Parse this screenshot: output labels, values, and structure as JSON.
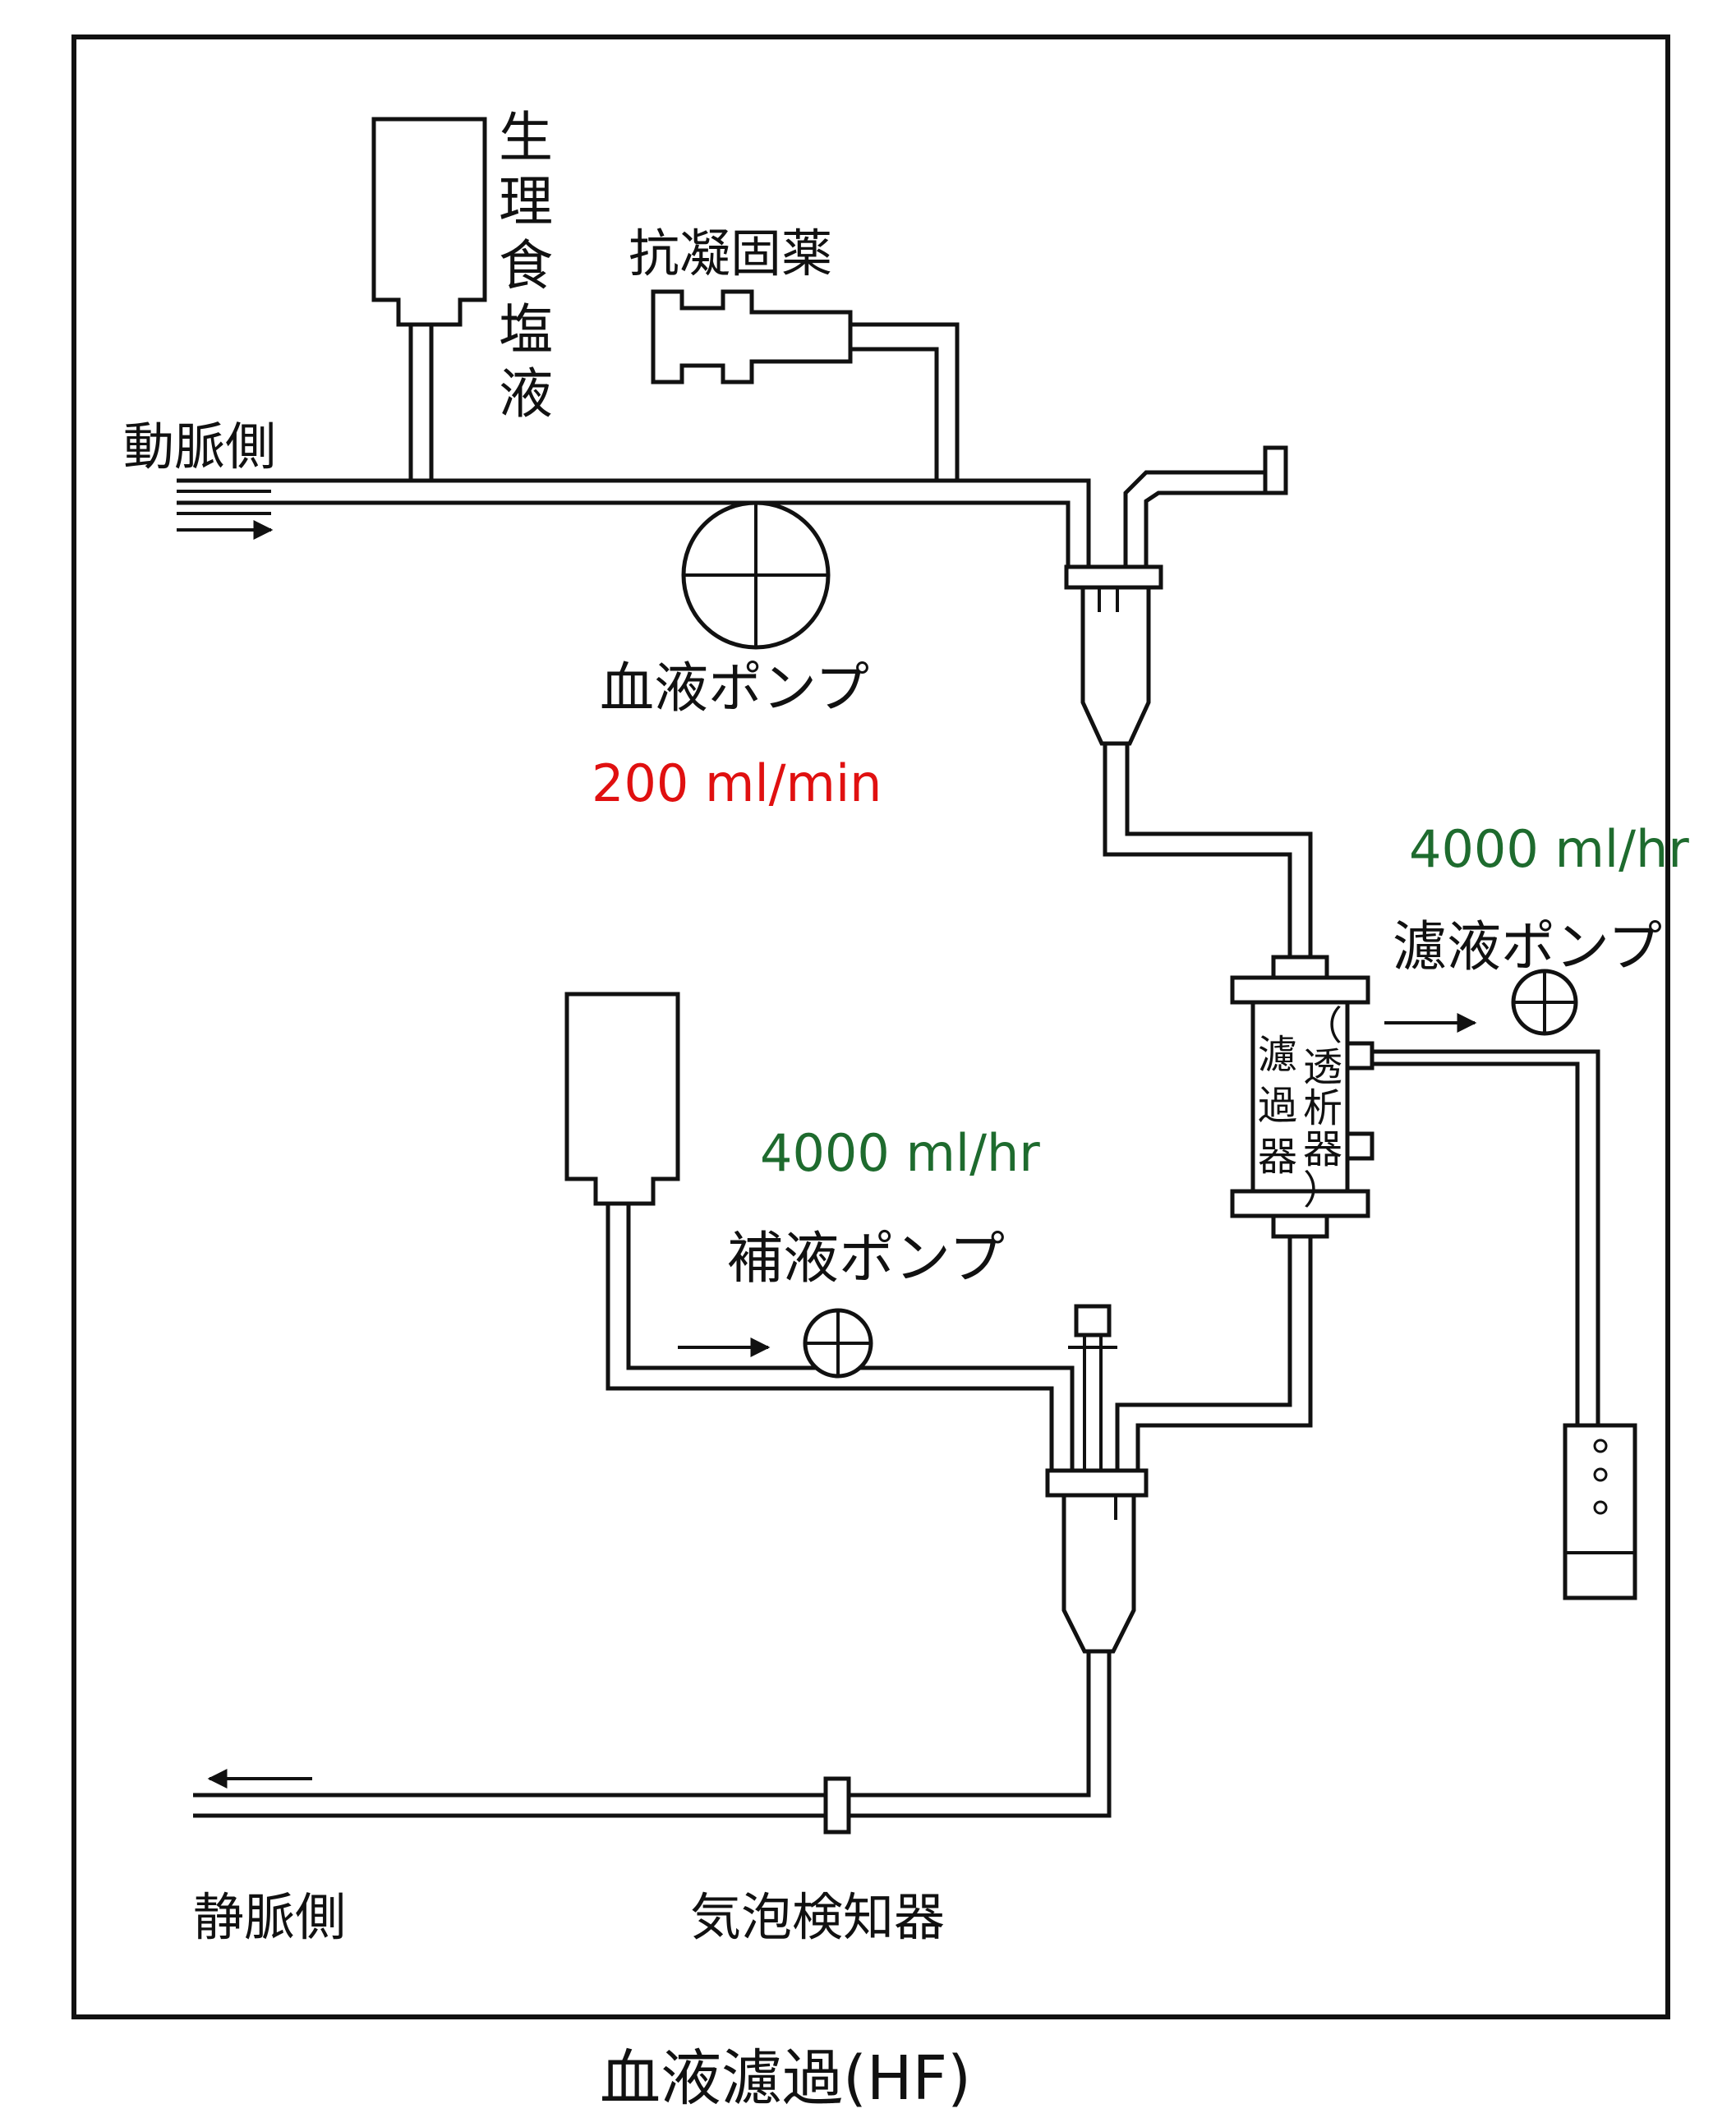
{
  "labels": {
    "saline": "生理食塩液",
    "anticoagulant": "抗凝固薬",
    "arterial_side": "動脈側",
    "blood_pump": "血液ポンプ",
    "blood_pump_rate": "200 ml/min",
    "filtrate_rate": "4000 ml/hr",
    "filtrate_pump": "濾液ポンプ",
    "filter_left": "濾過器",
    "filter_right": "（透析器）",
    "substitution_rate": "4000 ml/hr",
    "substitution_pump": "補液ポンプ",
    "venous_side": "静脈側",
    "bubble_detector": "気泡検知器",
    "caption": "血液濾過(HF)"
  },
  "colors": {
    "line": "#111111",
    "blood_rate": "#e01010",
    "fluid_rate": "#1e6b2e"
  }
}
